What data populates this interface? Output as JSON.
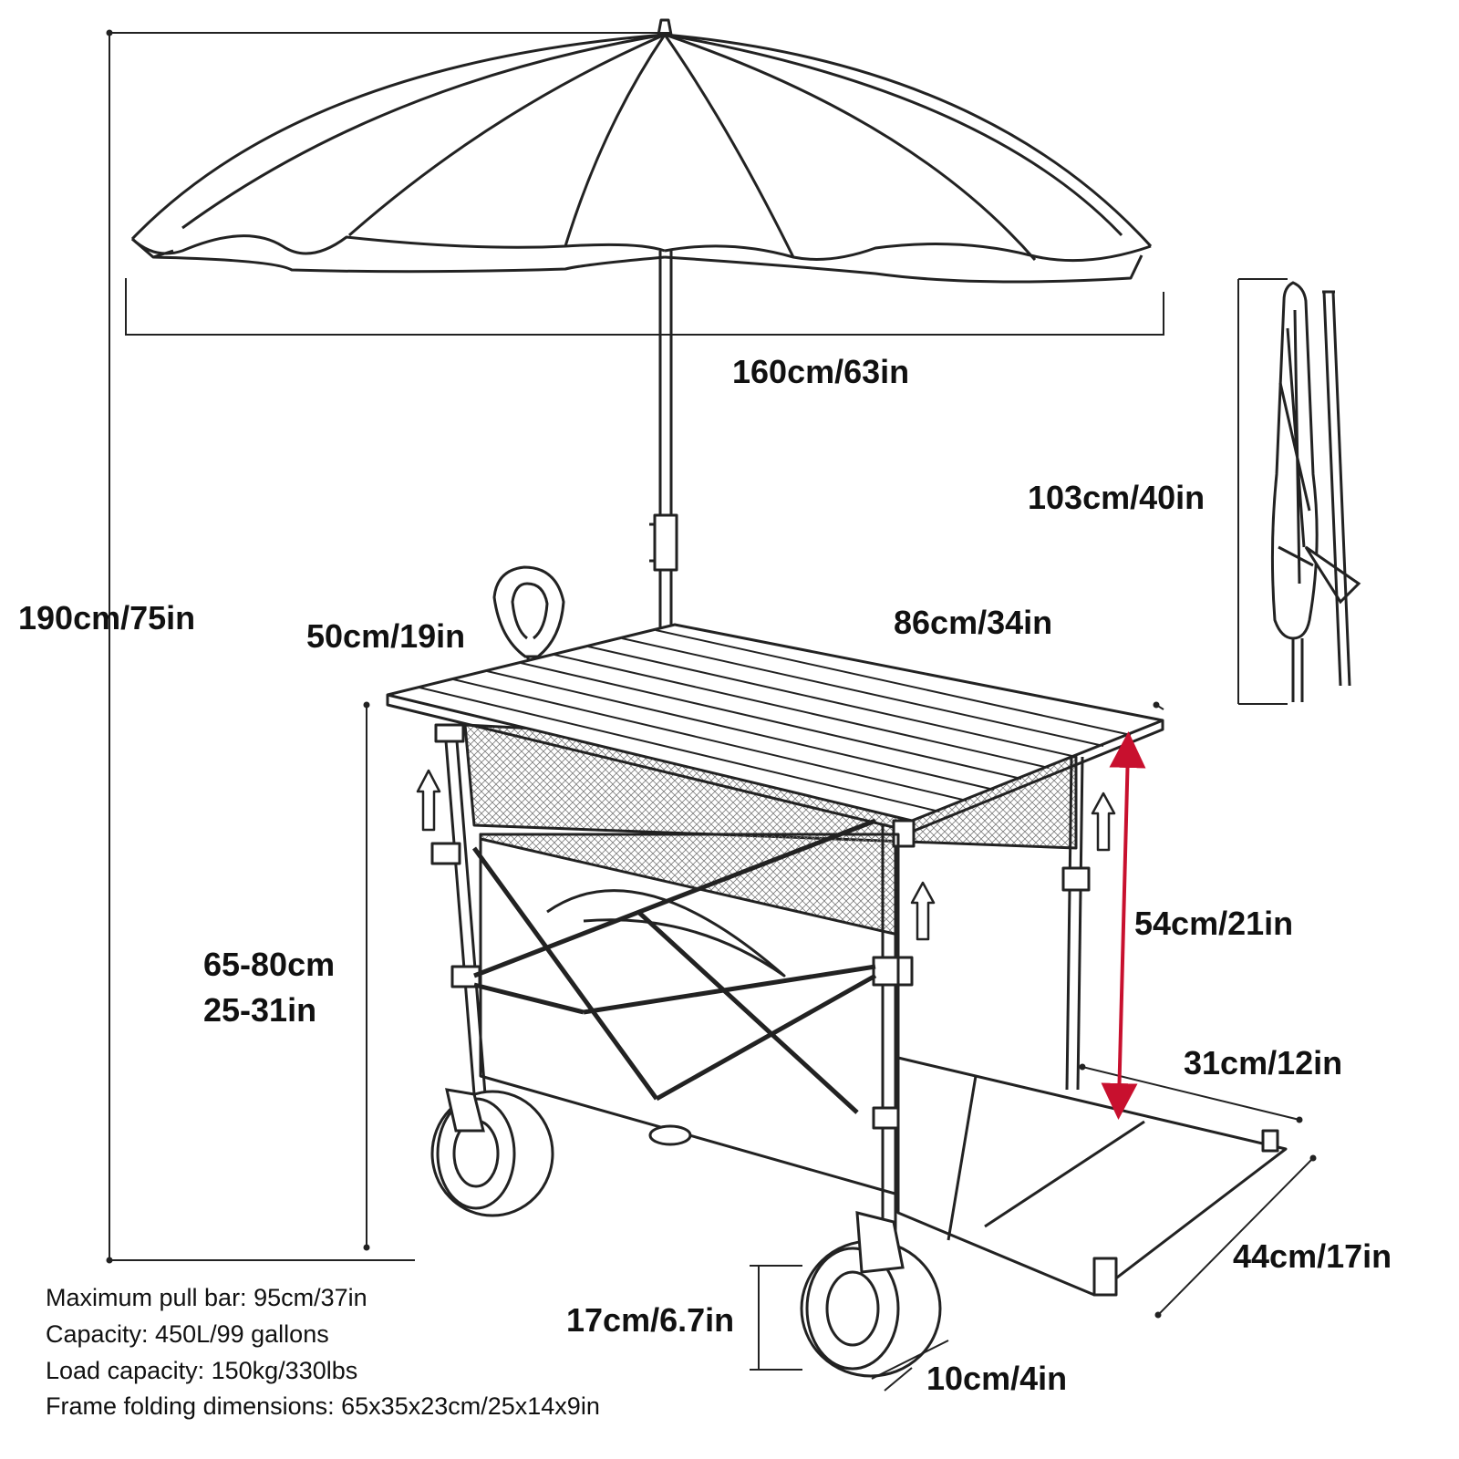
{
  "dimensions": {
    "umbrella_width": "160cm/63in",
    "total_height": "190cm/75in",
    "folded_umbrella_length": "103cm/40in",
    "table_depth": "50cm/19in",
    "table_length": "86cm/34in",
    "table_height_cm": "65-80cm",
    "table_height_in": "25-31in",
    "shelf_clearance": "54cm/21in",
    "tailgate_depth": "31cm/12in",
    "tailgate_width": "44cm/17in",
    "wheel_diameter": "17cm/6.7in",
    "wheel_width": "10cm/4in"
  },
  "specs": [
    "Maximum pull bar: 95cm/37in",
    "Capacity: 450L/99 gallons",
    "Load capacity: 150kg/330lbs",
    "Frame folding dimensions: 65x35x23cm/25x14x9in"
  ],
  "colors": {
    "line": "#222222",
    "accent": "#c8102e",
    "text": "#111111"
  },
  "icons": [
    "umbrella-icon",
    "folded-umbrella-icon",
    "wagon-icon",
    "wheel-icon",
    "up-arrow-icon"
  ]
}
